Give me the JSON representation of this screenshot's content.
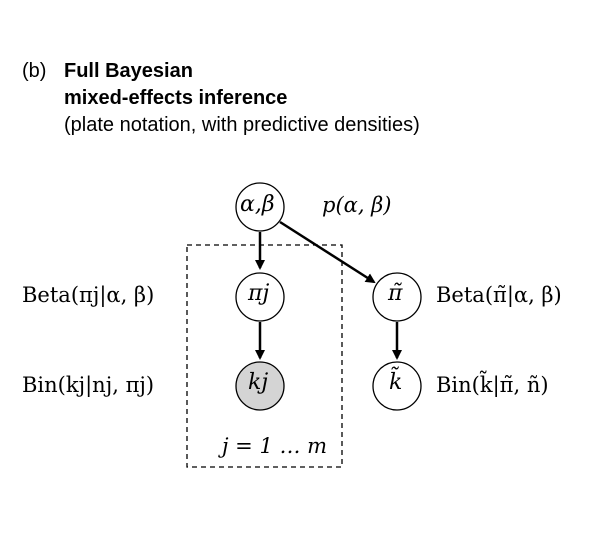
{
  "header": {
    "panel_label": "(b)",
    "title_line1": "Full Bayesian",
    "title_line2": "mixed-effects inference",
    "subtitle": "(plate notation, with predictive densities)"
  },
  "nodes": {
    "hyper": {
      "label": "α,β",
      "observed": false
    },
    "pi_j": {
      "label": "πj",
      "observed": false
    },
    "k_j": {
      "label": "kj",
      "observed": true
    },
    "pi_tilde": {
      "label": "π̃",
      "observed": false
    },
    "k_tilde": {
      "label": "k̃",
      "observed": false
    }
  },
  "annotations": {
    "prior": "p(α, β)",
    "beta_left": "Beta(πj|α, β)",
    "bin_left": "Bin(kj|nj, πj)",
    "beta_right": "Beta(π̃|α, β)",
    "bin_right": "Bin(k̃|π̃, ñ)",
    "plate_index": "j = 1 … m"
  },
  "colors": {
    "observed_fill": "#d4d4d4",
    "node_fill": "#ffffff",
    "stroke": "#000000"
  }
}
